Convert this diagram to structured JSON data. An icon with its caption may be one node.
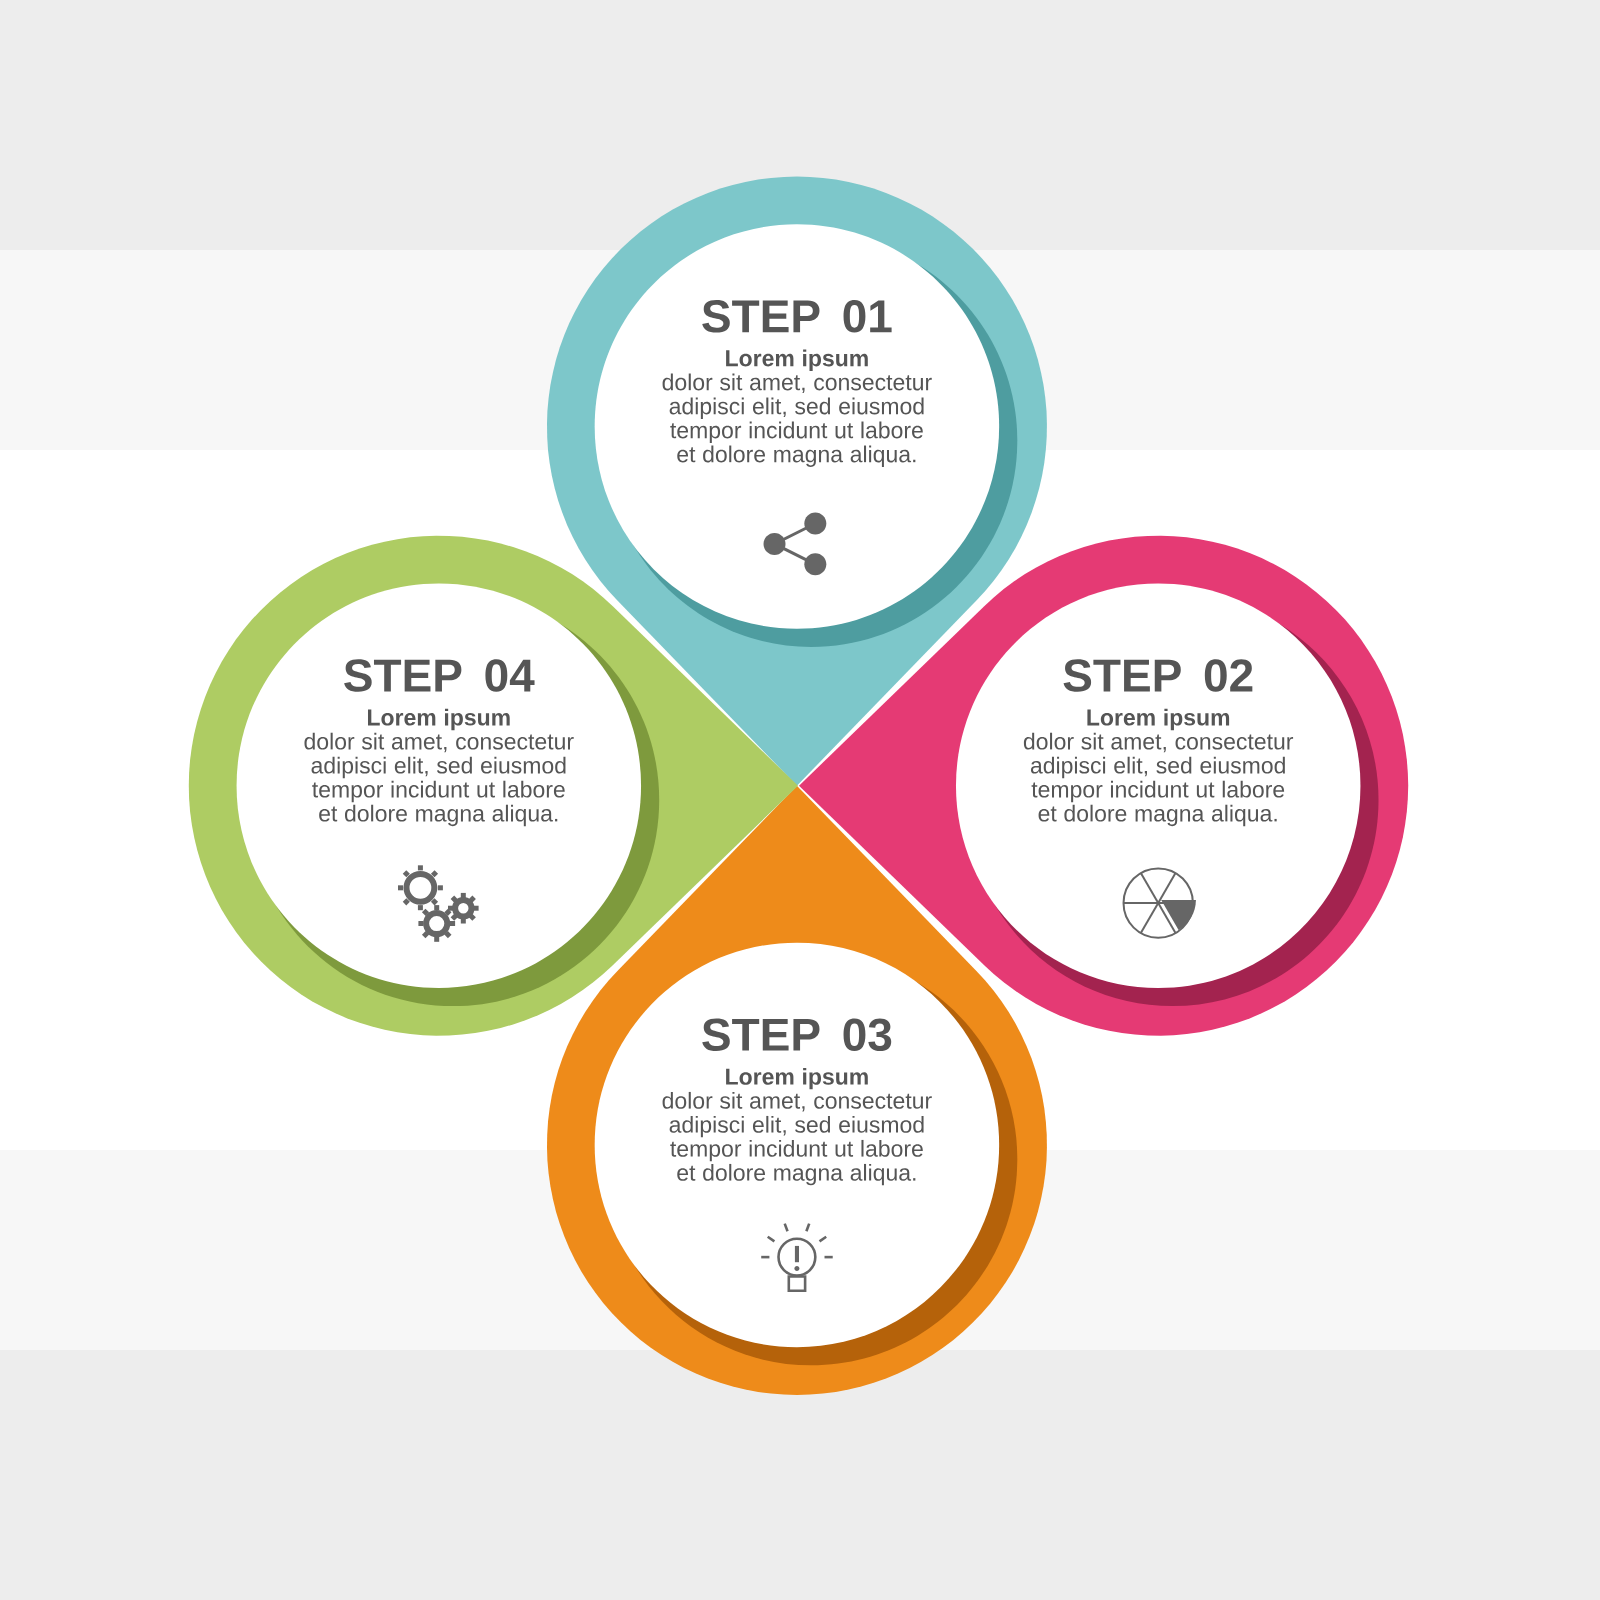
{
  "diagram": {
    "nodes": [
      {
        "text": [
          "STEP 01",
          "Lorem ipsum",
          "dolor sit amet, consectetur adipisci elit, sed eiusmod tempor incidunt ut labore et dolore magna aliqua."
        ]
      },
      {
        "text": [
          "STEP 02",
          "Lorem ipsum",
          "dolor sit amet, consectetur adipisci elit, sed eiusmod tempor incidunt ut labore et dolore magna aliqua."
        ]
      },
      {
        "text": [
          "STEP 03",
          "Lorem ipsum",
          "dolor sit amet, consectetur adipisci elit, sed eiusmod tempor incidunt ut labore et dolore magna aliqua."
        ]
      },
      {
        "text": [
          "STEP 04",
          "Lorem ipsum",
          "dolor sit amet, consectetur adipisci elit, sed eiusmod tempor incidunt ut labore et dolore magna aliqua."
        ]
      }
    ]
  }
}
